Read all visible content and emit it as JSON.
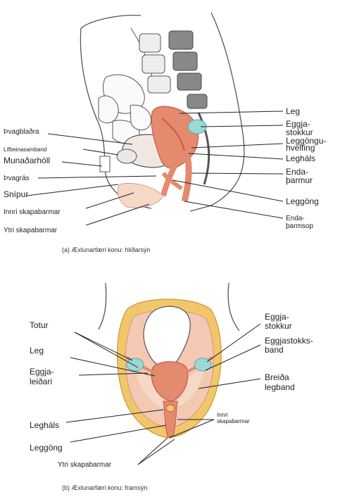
{
  "figure_a": {
    "caption": "(a) Æxlunarfæri konu: hliðarsýn",
    "labels": {
      "leg": "Leg",
      "eggjastokkur_1": "Eggja-",
      "eggjastokkur_2": "stokkur",
      "leggongu_1": "Leggöngu-",
      "leggongu_2": "hvelfing",
      "leghals": "Legháls",
      "endathermur_1": "Enda-",
      "endathermur_2": "þarmur",
      "leggong": "Leggöng",
      "endathermsop_1": "Enda-",
      "endathermsop_2": "þarmsop",
      "thvagbladra": "Þvagblaðra",
      "lifbeinasamband": "Lífbeinasamband",
      "munadarholl": "Munaðarhóll",
      "thvagras": "Þvagrás",
      "snipur": "Snípur",
      "innri_skapabarmar": "Innri skapabarmar",
      "ytri_skapabarmar": "Ytri skapabarmar"
    }
  },
  "figure_b": {
    "caption": "(b) Æxlunarfæri konu: framsýn",
    "labels": {
      "totur": "Totur",
      "leg": "Leg",
      "eggjaleidari_1": "Eggja-",
      "eggjaleidari_2": "leiðari",
      "leghals": "Legháls",
      "leggong": "Leggöng",
      "ytri_skapabarmar": "Ytri skapabarmar",
      "eggjastokkur_1": "Eggja-",
      "eggjastokkur_2": "stokkur",
      "eggjastokksband_1": "Eggjastokks-",
      "eggjastokksband_2": "band",
      "breida_1": "Breiða",
      "breida_2": "legband",
      "innri_1": "Innri",
      "innri_2": "skapabarmar"
    }
  },
  "colors": {
    "uterus": "#e48a6e",
    "uterus_dark": "#c85a48",
    "ovary": "#9ad9d4",
    "tissue": "#f6d8c6",
    "fat": "#f2c66a",
    "outline": "#444444"
  }
}
